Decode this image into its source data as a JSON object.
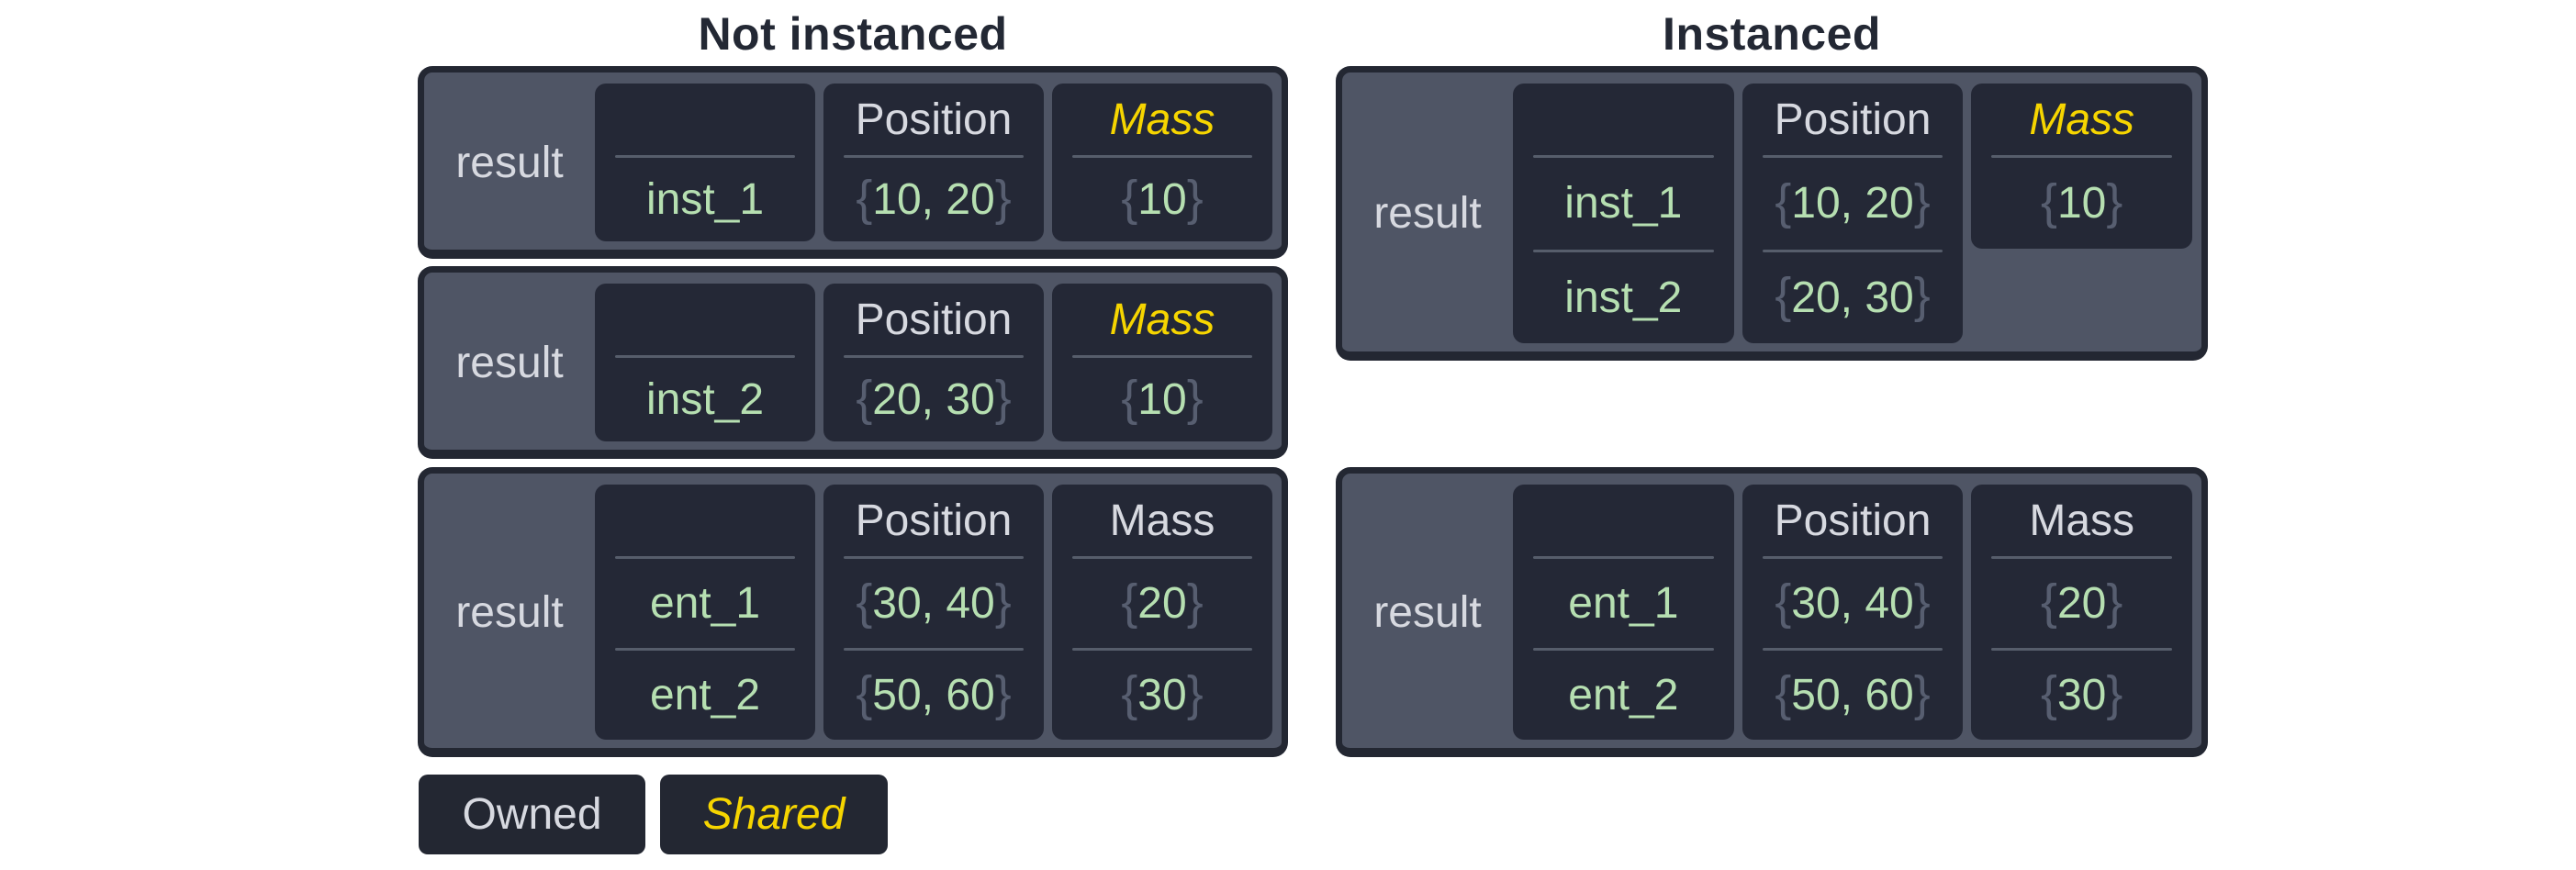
{
  "titles": {
    "not_instanced": "Not instanced",
    "instanced": "Instanced"
  },
  "symbols": {
    "brace_open": "{",
    "brace_close": "}"
  },
  "legend": {
    "owned": "Owned",
    "shared": "Shared"
  },
  "colors": {
    "page_background": "#ffffff",
    "title_text": "#232834",
    "table_background": "#4f5565",
    "table_border": "#232732",
    "cell_background": "#242836",
    "divider": "#565d6b",
    "text_light": "#d7d9e0",
    "text_green": "#b6dfb1",
    "text_yellow_shared": "#f6d500",
    "brace_gray": "#575e70"
  },
  "tables": {
    "l1": {
      "label": "result",
      "columns": [
        {
          "header": "",
          "style": "none",
          "values": [
            "inst_1"
          ]
        },
        {
          "header": "Position",
          "style": "owned",
          "values": [
            "10, 20"
          ]
        },
        {
          "header": "Mass",
          "style": "shared",
          "values": [
            "10"
          ]
        }
      ]
    },
    "l2": {
      "label": "result",
      "columns": [
        {
          "header": "",
          "style": "none",
          "values": [
            "inst_2"
          ]
        },
        {
          "header": "Position",
          "style": "owned",
          "values": [
            "20, 30"
          ]
        },
        {
          "header": "Mass",
          "style": "shared",
          "values": [
            "10"
          ]
        }
      ]
    },
    "l3": {
      "label": "result",
      "columns": [
        {
          "header": "",
          "style": "none",
          "values": [
            "ent_1",
            "ent_2"
          ]
        },
        {
          "header": "Position",
          "style": "owned",
          "values": [
            "30, 40",
            "50, 60"
          ]
        },
        {
          "header": "Mass",
          "style": "owned",
          "values": [
            "20",
            "30"
          ]
        }
      ]
    },
    "r1": {
      "label": "result",
      "columns": [
        {
          "header": "",
          "style": "none",
          "values": [
            "inst_1",
            "inst_2"
          ]
        },
        {
          "header": "Position",
          "style": "owned",
          "values": [
            "10, 20",
            "20, 30"
          ]
        },
        {
          "header": "Mass",
          "style": "shared",
          "values": [
            "10"
          ],
          "shared_single": true
        }
      ]
    },
    "r2": {
      "label": "result",
      "columns": [
        {
          "header": "",
          "style": "none",
          "values": [
            "ent_1",
            "ent_2"
          ]
        },
        {
          "header": "Position",
          "style": "owned",
          "values": [
            "30, 40",
            "50, 60"
          ]
        },
        {
          "header": "Mass",
          "style": "owned",
          "values": [
            "20",
            "30"
          ]
        }
      ]
    }
  }
}
